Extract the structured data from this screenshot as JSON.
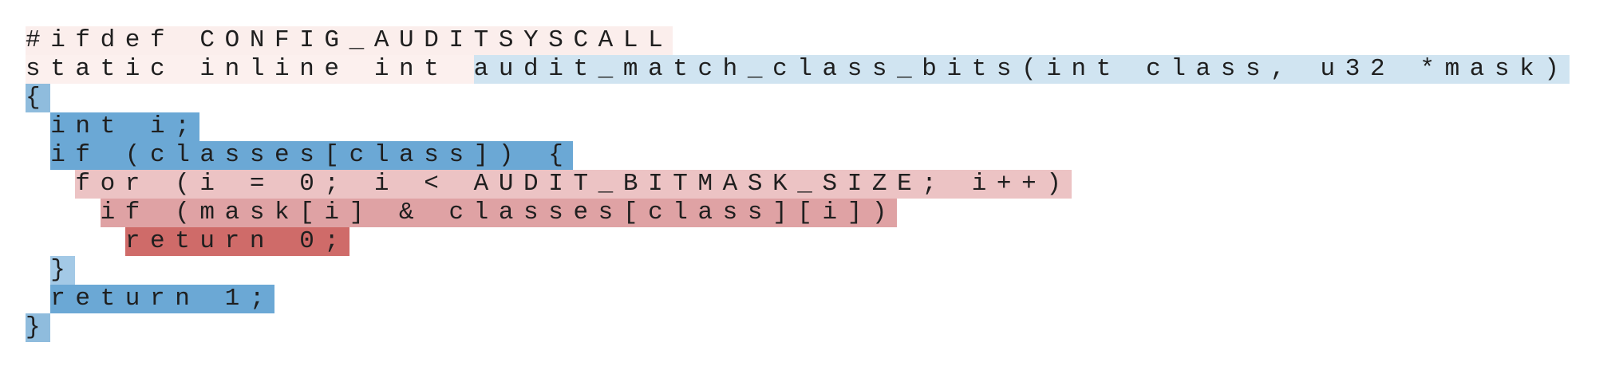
{
  "code_view": {
    "lines": [
      {
        "segments": [
          {
            "text": "#ifdef CONFIG_AUDITSYSCALL",
            "bg": "#fbeeec"
          }
        ]
      },
      {
        "segments": [
          {
            "text": "static inline int ",
            "bg": "#fcf0ee"
          },
          {
            "text": "audit_match_class_bits(int class, u32 *mask)",
            "bg": "#d0e4f1"
          }
        ]
      },
      {
        "segments": [
          {
            "text": "{",
            "bg": "#8fbcdd"
          }
        ]
      },
      {
        "indent": " ",
        "segments": [
          {
            "text": "int i;",
            "bg": "#6ba8d5"
          }
        ]
      },
      {
        "indent": " ",
        "segments": [
          {
            "text": "if (classes[class]) {",
            "bg": "#6ba8d5"
          }
        ]
      },
      {
        "indent": "  ",
        "segments": [
          {
            "text": "for (i = 0; i < AUDIT_BITMASK_SIZE; i++)",
            "bg": "#ecc3c4"
          }
        ]
      },
      {
        "indent": "   ",
        "segments": [
          {
            "text": "if (mask[i] & classes[class][i])",
            "bg": "#dfa2a4"
          }
        ]
      },
      {
        "indent": "    ",
        "segments": [
          {
            "text": "return 0;",
            "bg": "#cf6b69"
          }
        ]
      },
      {
        "indent": " ",
        "segments": [
          {
            "text": "}",
            "bg": "#a3c9e6"
          }
        ]
      },
      {
        "indent": " ",
        "segments": [
          {
            "text": "return 1;",
            "bg": "#6ba8d5"
          }
        ]
      },
      {
        "segments": [
          {
            "text": "}",
            "bg": "#8fbcdd"
          }
        ]
      }
    ]
  }
}
